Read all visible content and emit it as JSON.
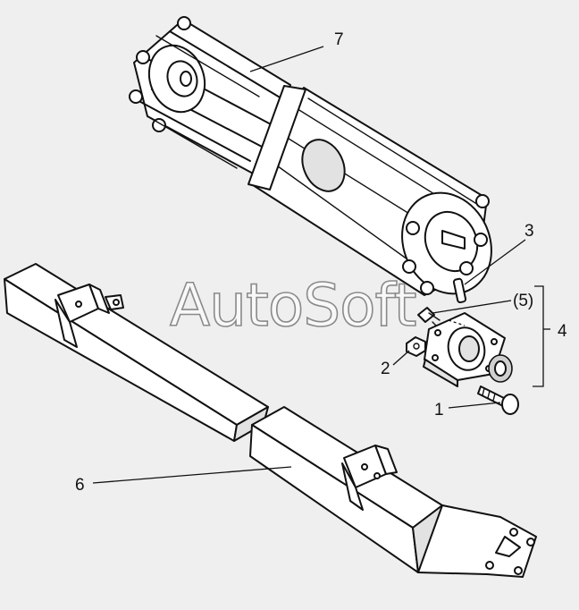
{
  "watermark": "AutoSoft",
  "callouts": [
    {
      "id": "1",
      "label": "1"
    },
    {
      "id": "2",
      "label": "2"
    },
    {
      "id": "3",
      "label": "3"
    },
    {
      "id": "4",
      "label": "4"
    },
    {
      "id": "5",
      "label": "(5)"
    },
    {
      "id": "6",
      "label": "6"
    },
    {
      "id": "7",
      "label": "7"
    }
  ]
}
